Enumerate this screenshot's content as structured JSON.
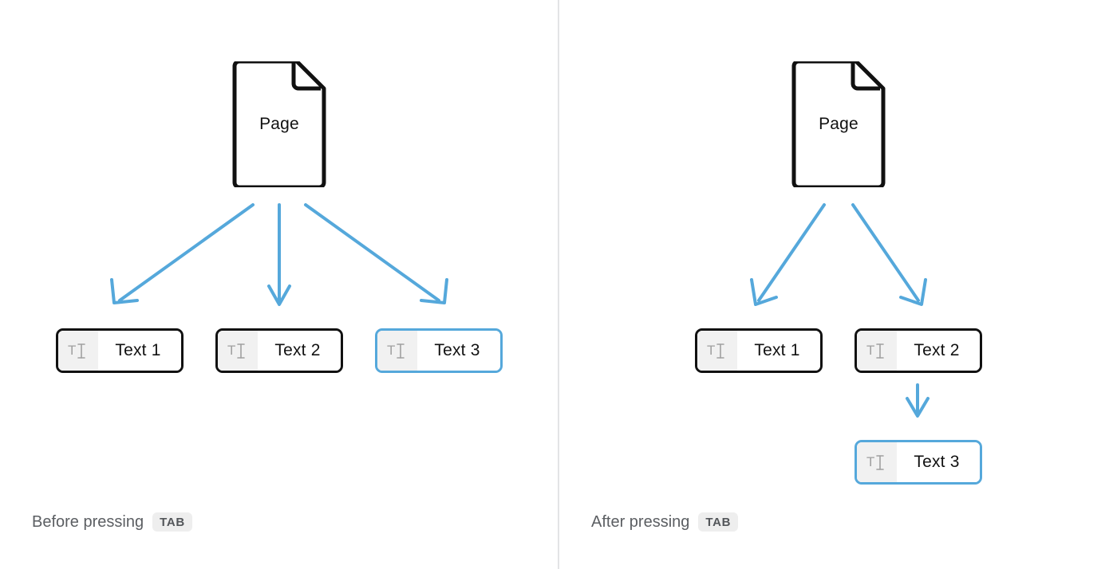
{
  "theme": {
    "background": "#ffffff",
    "node_border": "#111111",
    "selected_border": "#55a8db",
    "arrow_color": "#55a8db",
    "icon_cell_bg": "#f1f1f1",
    "icon_glyph": "#9a9a9a",
    "caption_text": "#5b5e62",
    "kbd_bg": "#eeeeee",
    "divider": "#e3e4e6"
  },
  "panels": [
    {
      "id": "before",
      "page": {
        "label": "Page",
        "icon": "page-document-icon"
      },
      "fields": [
        {
          "label": "Text 1",
          "icon": "text-cursor-icon",
          "selected": false
        },
        {
          "label": "Text 2",
          "icon": "text-cursor-icon",
          "selected": false
        },
        {
          "label": "Text 3",
          "icon": "text-cursor-icon",
          "selected": true
        }
      ],
      "caption": {
        "text": "Before pressing",
        "key": "TAB"
      }
    },
    {
      "id": "after",
      "page": {
        "label": "Page",
        "icon": "page-document-icon"
      },
      "fields": [
        {
          "label": "Text 1",
          "icon": "text-cursor-icon",
          "selected": false
        },
        {
          "label": "Text 2",
          "icon": "text-cursor-icon",
          "selected": false
        },
        {
          "label": "Text 3",
          "icon": "text-cursor-icon",
          "selected": true
        }
      ],
      "caption": {
        "text": "After pressing",
        "key": "TAB"
      }
    }
  ]
}
